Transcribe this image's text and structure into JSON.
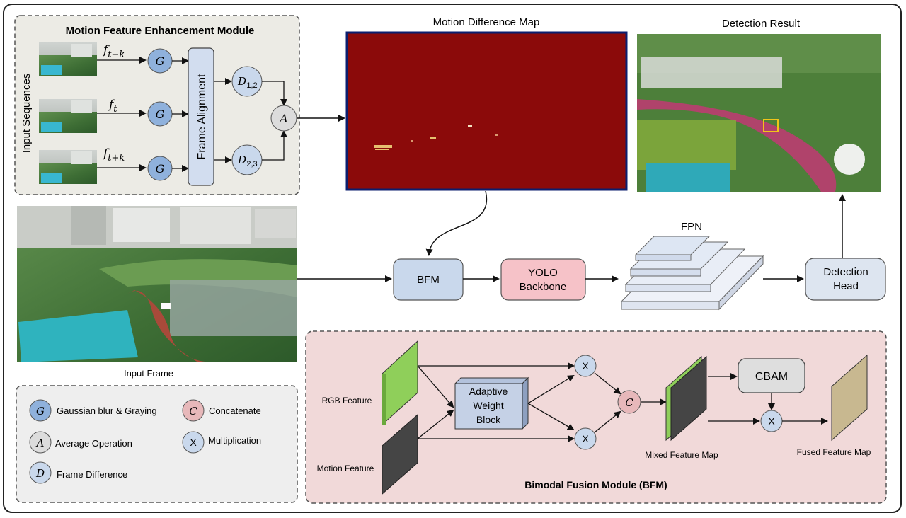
{
  "mfem": {
    "title": "Motion Feature Enhancement Module",
    "input_sequences_label": "Input Sequences",
    "frame_labels": [
      "f",
      "f",
      "f"
    ],
    "frame_subscripts": [
      "t−k",
      "t",
      "t+k"
    ],
    "g_symbol": "G",
    "alignment_label": "Frame Alignment",
    "d_symbol": "D",
    "d_subscripts": [
      "1,2",
      "2,3"
    ],
    "a_symbol": "A"
  },
  "motion_map": {
    "title": "Motion Difference Map"
  },
  "detection": {
    "title": "Detection Result"
  },
  "input_frame": {
    "caption": "Input Frame"
  },
  "pipeline": {
    "bfm": "BFM",
    "yolo_line1": "YOLO",
    "yolo_line2": "Backbone",
    "fpn": "FPN",
    "head_line1": "Detection",
    "head_line2": "Head"
  },
  "legend": {
    "g_symbol": "G",
    "g_text": "Gaussian blur & Graying",
    "c_symbol": "C",
    "c_text": "Concatenate",
    "a_symbol": "A",
    "a_text": "Average Operation",
    "x_symbol": "X",
    "x_text": "Multiplication",
    "d_symbol": "D",
    "d_text": "Frame Difference"
  },
  "bfm_module": {
    "title": "Bimodal Fusion Module (BFM)",
    "rgb_label": "RGB Feature",
    "motion_label": "Motion Feature",
    "awb_line1": "Adaptive",
    "awb_line2": "Weight",
    "awb_line3": "Block",
    "x_symbol": "X",
    "c_symbol": "C",
    "cbam": "CBAM",
    "mixed_label": "Mixed Feature Map",
    "fused_label": "Fused Feature Map"
  },
  "colors": {
    "blue_node": "#8fb1dc",
    "light_blue": "#c9d8ec",
    "pink_box": "#f6c2c8",
    "red_map": "#8b0a0a",
    "mfem_bg": "#ecebe5",
    "bfm_bg": "#f1d9d9",
    "legend_bg": "#eeeeee",
    "green_feature": "#8fcf5a",
    "dark_feature": "#454545",
    "tan_feature": "#c8b890"
  }
}
